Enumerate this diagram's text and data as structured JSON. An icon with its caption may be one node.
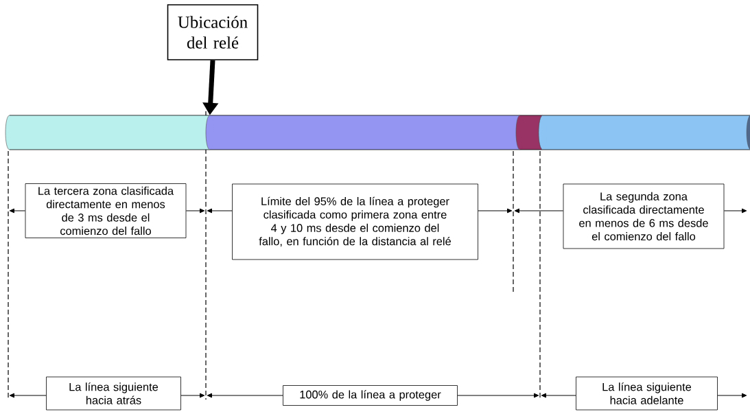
{
  "diagram": {
    "nodes": [
      {
        "text": [
          "Ubicación del relé"
        ]
      },
      {
        "text": [],
        "shape": "cylinder"
      },
      {
        "text": [],
        "shape": "cylinder"
      },
      {
        "text": [],
        "shape": "cylinder"
      },
      {
        "text": [],
        "shape": "cylinder"
      },
      {
        "text": [
          "La tercera zona clasificada directamente en menos de 3 ms desde el comienzo del fallo"
        ]
      },
      {
        "text": [
          "Límite del  95% de la línea a proteger clasificada como primera zona entre 4 y 10 ms desde el comienzo del fallo, en función de la distancia al relé"
        ]
      },
      {
        "text": [
          "La segunda zona clasificada directamente en menos de 6 ms desde el comienzo del fallo"
        ]
      },
      {
        "text": [
          "La línea siguiente hacia atrás"
        ]
      },
      {
        "text": [
          "100% de la línea a proteger"
        ]
      },
      {
        "text": [
          "La línea siguiente hacia adelante"
        ]
      }
    ],
    "edges": [
      {
        "from": 0,
        "to": 2,
        "arrow": "to"
      }
    ]
  }
}
